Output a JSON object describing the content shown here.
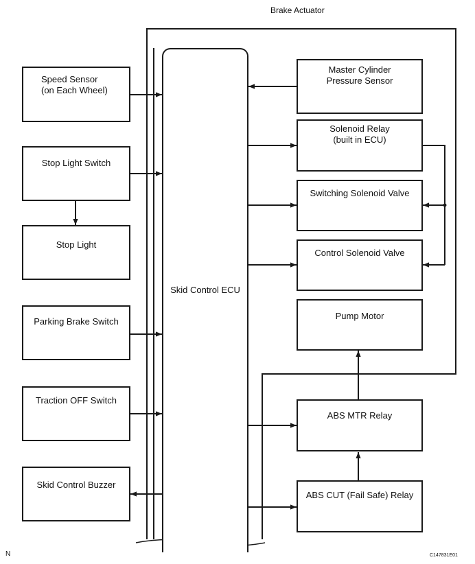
{
  "actuator": {
    "title": "Brake Actuator"
  },
  "ecu": {
    "label": "Skid Control ECU"
  },
  "left_blocks": {
    "speed_sensor": "Speed Sensor\n(on Each Wheel)",
    "stop_light_switch": "Stop Light Switch",
    "stop_light": "Stop Light",
    "parking_brake_switch": "Parking Brake Switch",
    "traction_off_switch": "Traction OFF Switch",
    "skid_control_buzzer": "Skid Control Buzzer"
  },
  "right_blocks": {
    "master_cylinder": "Master Cylinder\nPressure Sensor",
    "solenoid_relay": "Solenoid Relay\n(built in ECU)",
    "switching_valve": "Switching Solenoid Valve",
    "control_valve": "Control Solenoid Valve",
    "pump_motor": "Pump Motor",
    "abs_mtr_relay": "ABS MTR Relay",
    "abs_cut_relay": "ABS CUT (Fail Safe) Relay"
  },
  "footer": {
    "corner_mark": "N",
    "figure_code": "C147831E01"
  }
}
